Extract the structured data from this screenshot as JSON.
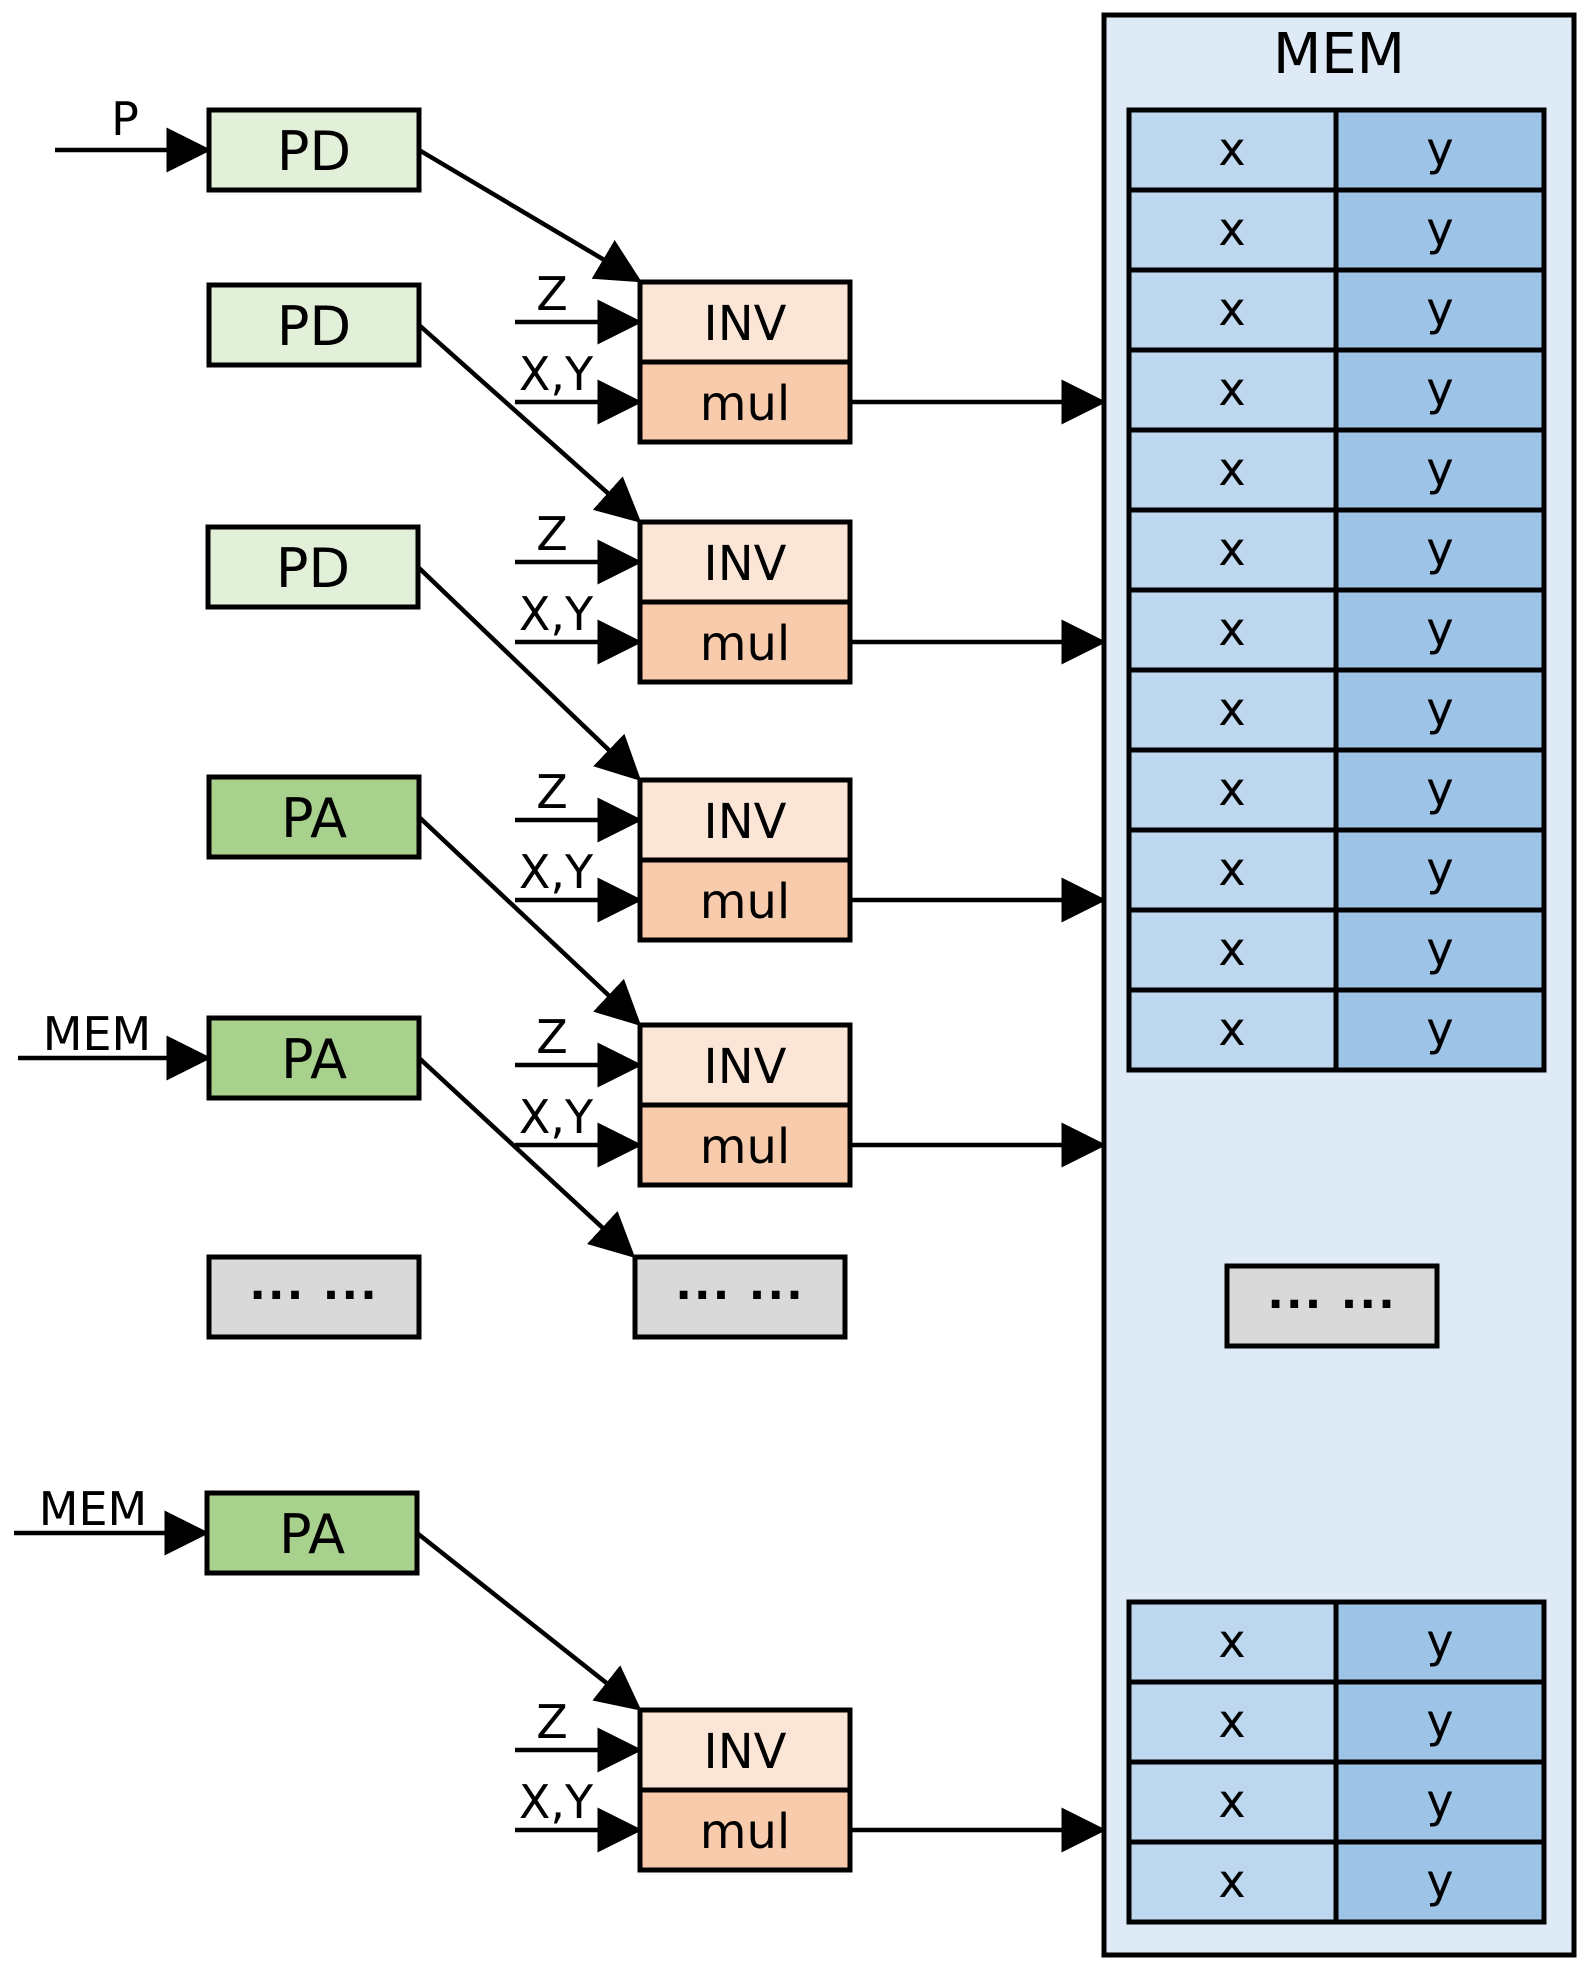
{
  "input_labels": {
    "p": "P",
    "mem_1": "MEM",
    "mem_2": "MEM",
    "z": "Z",
    "xy": "X,Y"
  },
  "stage_blocks": [
    "PD",
    "PD",
    "PD",
    "PA",
    "PA",
    "PA"
  ],
  "units": {
    "inv_label": "INV",
    "mul_label": "mul"
  },
  "ellipsis": "··· ···",
  "memory": {
    "title": "MEM",
    "col_x": "x",
    "col_y": "y",
    "top_rows": 12,
    "bottom_rows": 4
  },
  "colors": {
    "pd_fill": "#e2efd9",
    "pa_fill": "#a9d18e",
    "inv_fill": "#fbe5d6",
    "mul_fill": "#f8cbad",
    "ellipsis_fill": "#d9d9d9",
    "mem_fill": "#deeaf6",
    "cell_x_fill": "#bdd7ee",
    "cell_y_fill": "#9dc3e6"
  }
}
